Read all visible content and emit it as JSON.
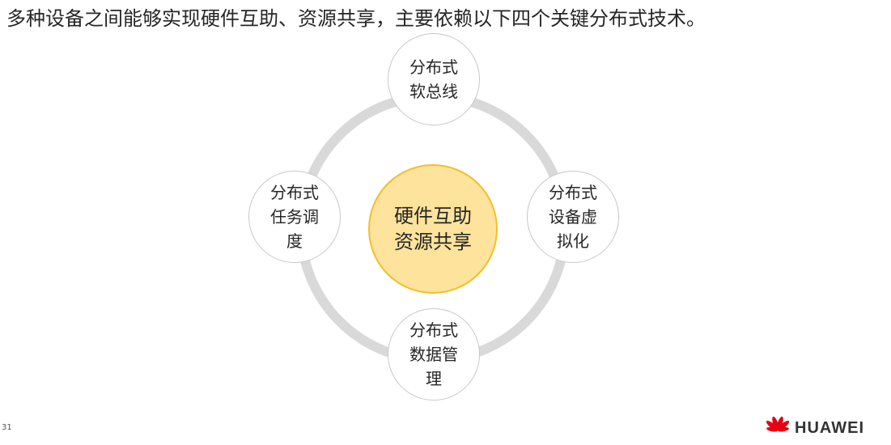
{
  "headline": "多种设备之间能够实现硬件互助、资源共享，主要依赖以下四个关键分布式技术。",
  "center": {
    "line1": "硬件互助",
    "line2": "资源共享"
  },
  "nodes": {
    "top": {
      "line1": "分布式",
      "line2": "软总线"
    },
    "right": {
      "line1": "分布式",
      "line2": "设备虚",
      "line3": "拟化"
    },
    "bottom": {
      "line1": "分布式",
      "line2": "数据管",
      "line3": "理"
    },
    "left": {
      "line1": "分布式",
      "line2": "任务调",
      "line3": "度"
    }
  },
  "footer": {
    "page_number": "31",
    "brand": "HUAWEI"
  },
  "colors": {
    "ring": "#d9d9d9",
    "center_fill": "#fde39b",
    "center_border": "#f2bf2a",
    "logo_red": "#e60012"
  }
}
